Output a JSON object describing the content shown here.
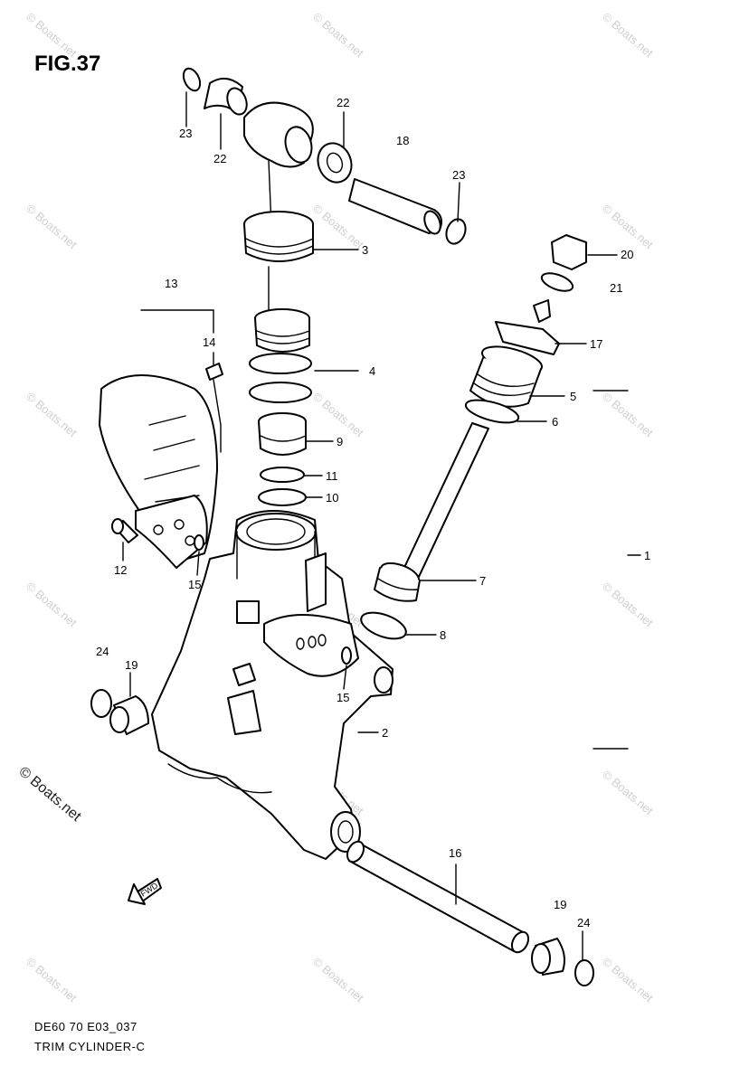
{
  "figure": {
    "title": "FIG.37",
    "code": "DE60 70 E03_037",
    "name": "TRIM CYLINDER-C"
  },
  "watermark": {
    "text": "© Boats.net",
    "large_text": "© Boats.net"
  },
  "direction_marker": "FWD",
  "callouts": {
    "c1": "1",
    "c2": "2",
    "c3": "3",
    "c4": "4",
    "c5": "5",
    "c6": "6",
    "c7": "7",
    "c8": "8",
    "c9": "9",
    "c10": "10",
    "c11": "11",
    "c12": "12",
    "c13": "13",
    "c14": "14",
    "c15a": "15",
    "c15b": "15",
    "c16": "16",
    "c17": "17",
    "c18": "18",
    "c19a": "19",
    "c19b": "19",
    "c20": "20",
    "c21": "21",
    "c22a": "22",
    "c22b": "22",
    "c23a": "23",
    "c23b": "23",
    "c24a": "24",
    "c24b": "24"
  }
}
